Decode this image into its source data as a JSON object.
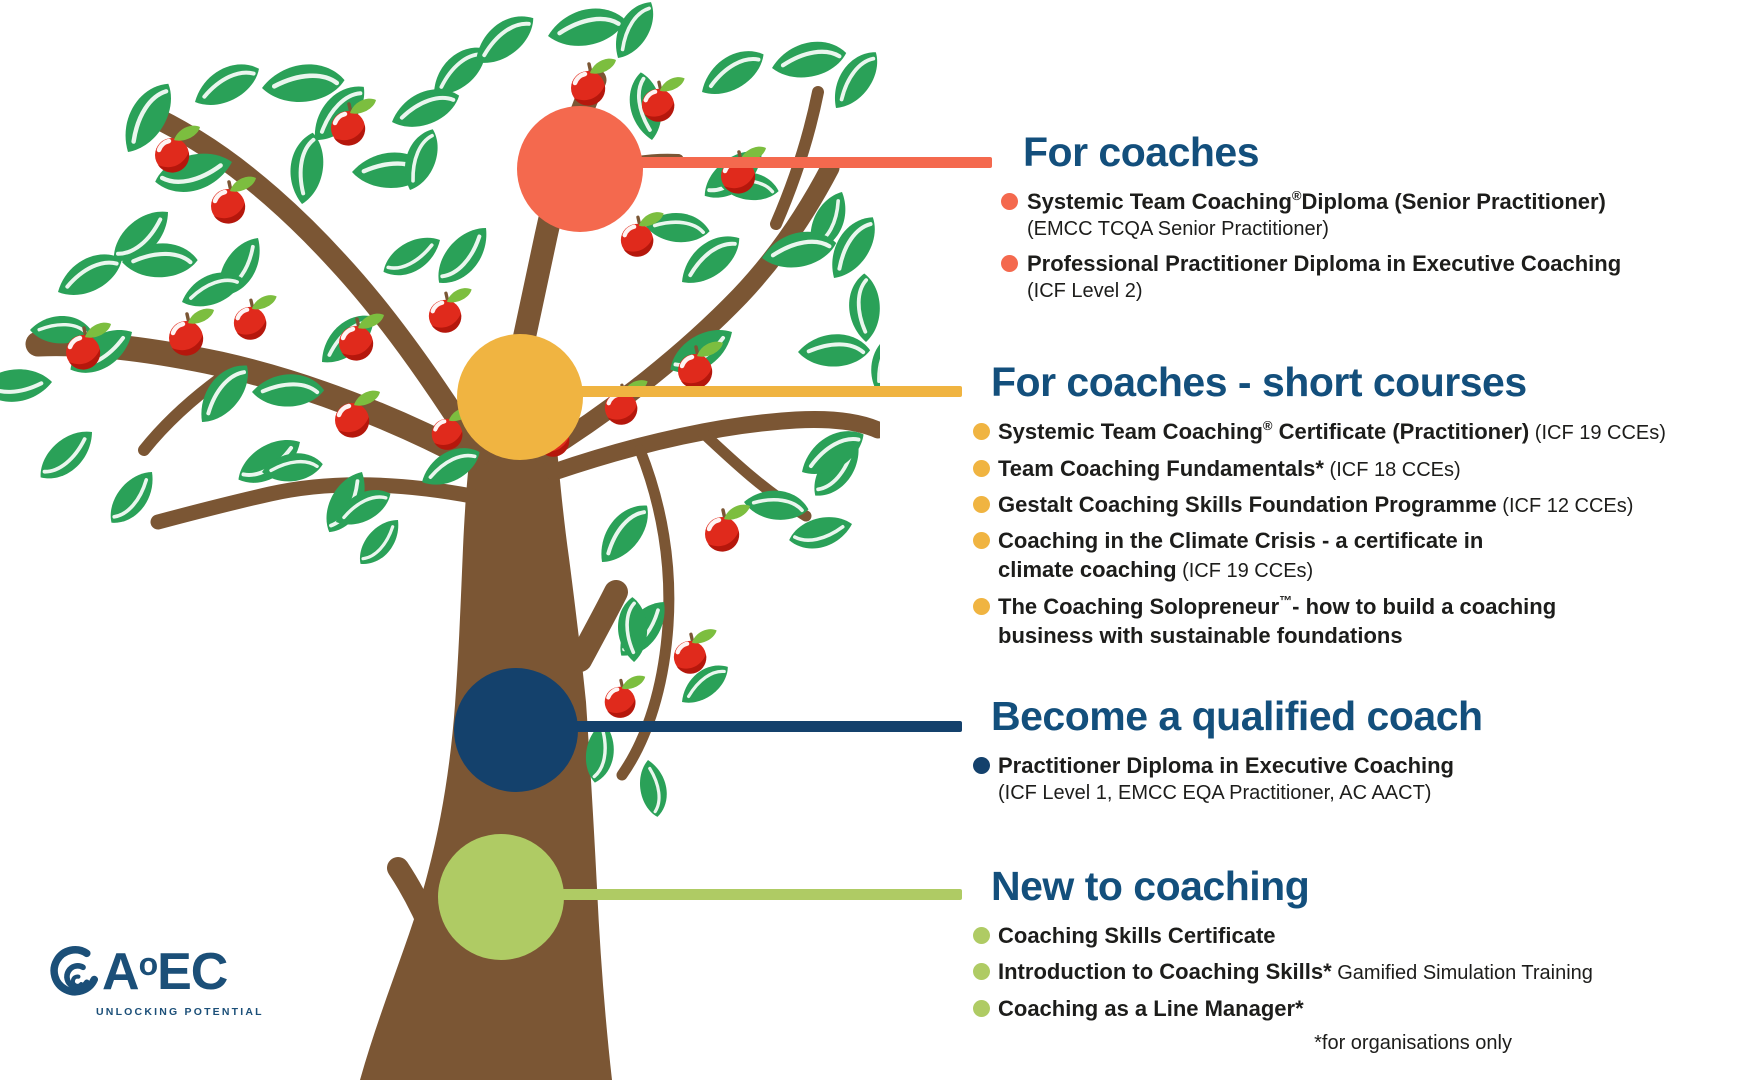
{
  "page": {
    "background": "#ffffff"
  },
  "colors": {
    "heading": "#134f7c",
    "text": "#1d1d1b"
  },
  "tree": {
    "trunk": "#7b5634",
    "leaf": "#2aa158",
    "leaf_vein": "#ffffff",
    "apple": "#e02a1c",
    "apple_shade": "#b5170c",
    "apple_leaf": "#7cbe3f"
  },
  "logo": {
    "a": "A",
    "o": "o",
    "ec": "EC",
    "tagline": "UNLOCKING POTENTIAL",
    "color": "#1b4f78",
    "wave_icon": "wave-icon"
  },
  "footnote": "*for organisations only",
  "sections": [
    {
      "id": "for-coaches",
      "heading": "For coaches",
      "accent": "#f4694e",
      "items": [
        {
          "b1": "Systemic Team Coaching",
          "sup": "®",
          "b2": "Diploma (Senior Practitioner)",
          "sub": "(EMCC TCQA Senior Practitioner)"
        },
        {
          "b1": "Professional Practitioner Diploma in Executive Coaching",
          "sub": "(ICF Level 2)"
        }
      ]
    },
    {
      "id": "for-coaches-short-courses",
      "heading": "For coaches - short courses",
      "accent": "#f0b441",
      "items": [
        {
          "b1": "Systemic Team Coaching",
          "sup": "®",
          "b2": " Certificate (Practitioner)",
          "light": " (ICF 19 CCEs)"
        },
        {
          "b1": "Team Coaching Fundamentals*",
          "light": " (ICF 18 CCEs)"
        },
        {
          "b1": "Gestalt Coaching Skills Foundation Programme",
          "light": " (ICF 12 CCEs)"
        },
        {
          "b1": "Coaching in the Climate Crisis - a certificate in",
          "b3": "climate coaching",
          "light2": " (ICF 19 CCEs)"
        },
        {
          "b1": "The Coaching Solopreneur",
          "sup": "™",
          "b2": "- how to build a coaching",
          "b3": "business with sustainable foundations"
        }
      ]
    },
    {
      "id": "become-a-qualified-coach",
      "heading": "Become a qualified coach",
      "accent": "#14416c",
      "items": [
        {
          "b1": "Practitioner Diploma in Executive Coaching",
          "sub": "(ICF Level 1, EMCC EQA Practitioner, AC AACT)"
        }
      ]
    },
    {
      "id": "new-to-coaching",
      "heading": "New to coaching",
      "accent": "#afcb64",
      "items": [
        {
          "b1": "Coaching Skills Certificate"
        },
        {
          "b1": "Introduction to Coaching Skills*",
          "light": " Gamified Simulation Training"
        },
        {
          "b1": "Coaching as a Line Manager*"
        }
      ]
    }
  ]
}
